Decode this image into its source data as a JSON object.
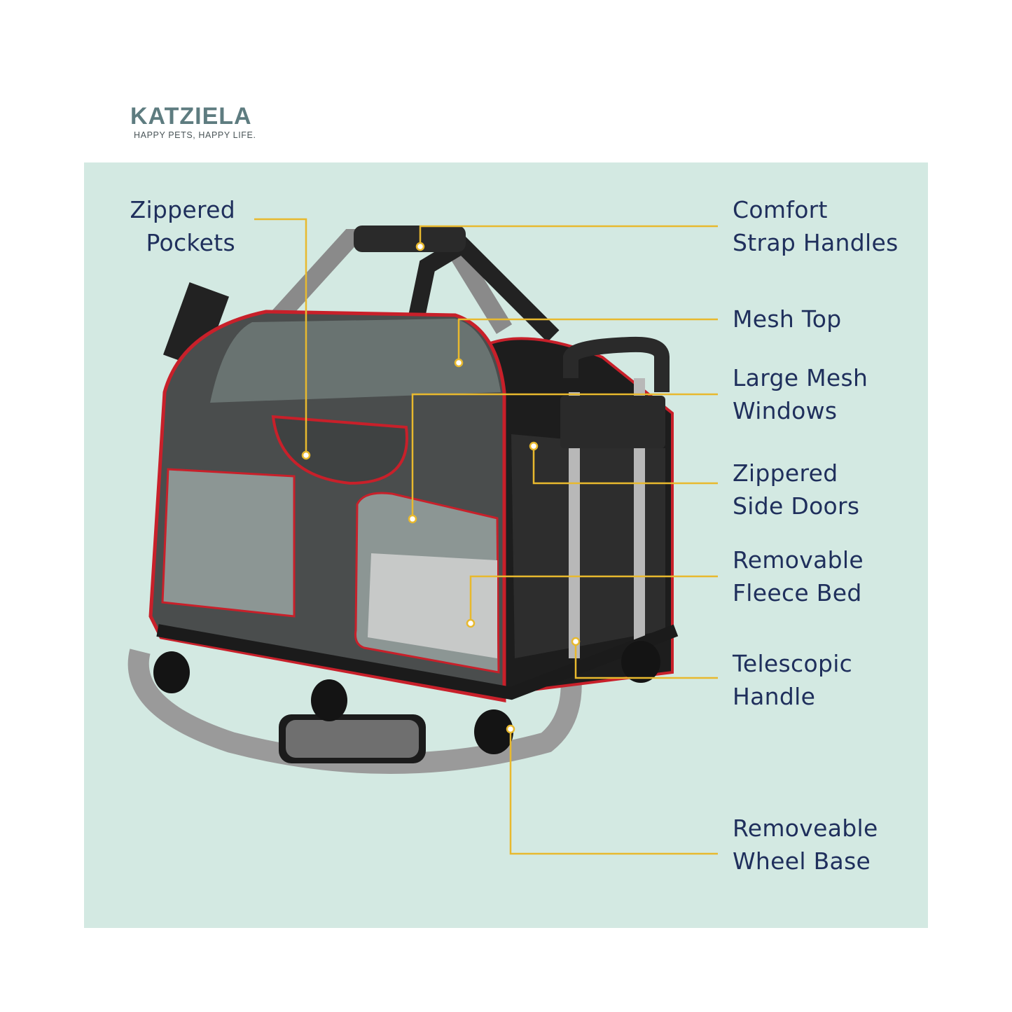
{
  "brand": {
    "name": "KATZIELA",
    "tagline": "HAPPY PETS, HAPPY LIFE."
  },
  "colors": {
    "panel": "#d3e9e2",
    "text": "#1f2f5c",
    "callout_line": "#e8b92e",
    "trim": "#c8202a"
  },
  "callouts": [
    {
      "line1": "Zippered",
      "line2": "Pockets"
    },
    {
      "line1": "Comfort",
      "line2": "Strap Handles"
    },
    {
      "line1": "Mesh Top",
      "line2": ""
    },
    {
      "line1": "Large Mesh",
      "line2": "Windows"
    },
    {
      "line1": "Zippered",
      "line2": "Side Doors"
    },
    {
      "line1": "Removable",
      "line2": "Fleece Bed"
    },
    {
      "line1": "Telescopic",
      "line2": "Handle"
    },
    {
      "line1": "Removeable",
      "line2": "Wheel Base"
    }
  ]
}
